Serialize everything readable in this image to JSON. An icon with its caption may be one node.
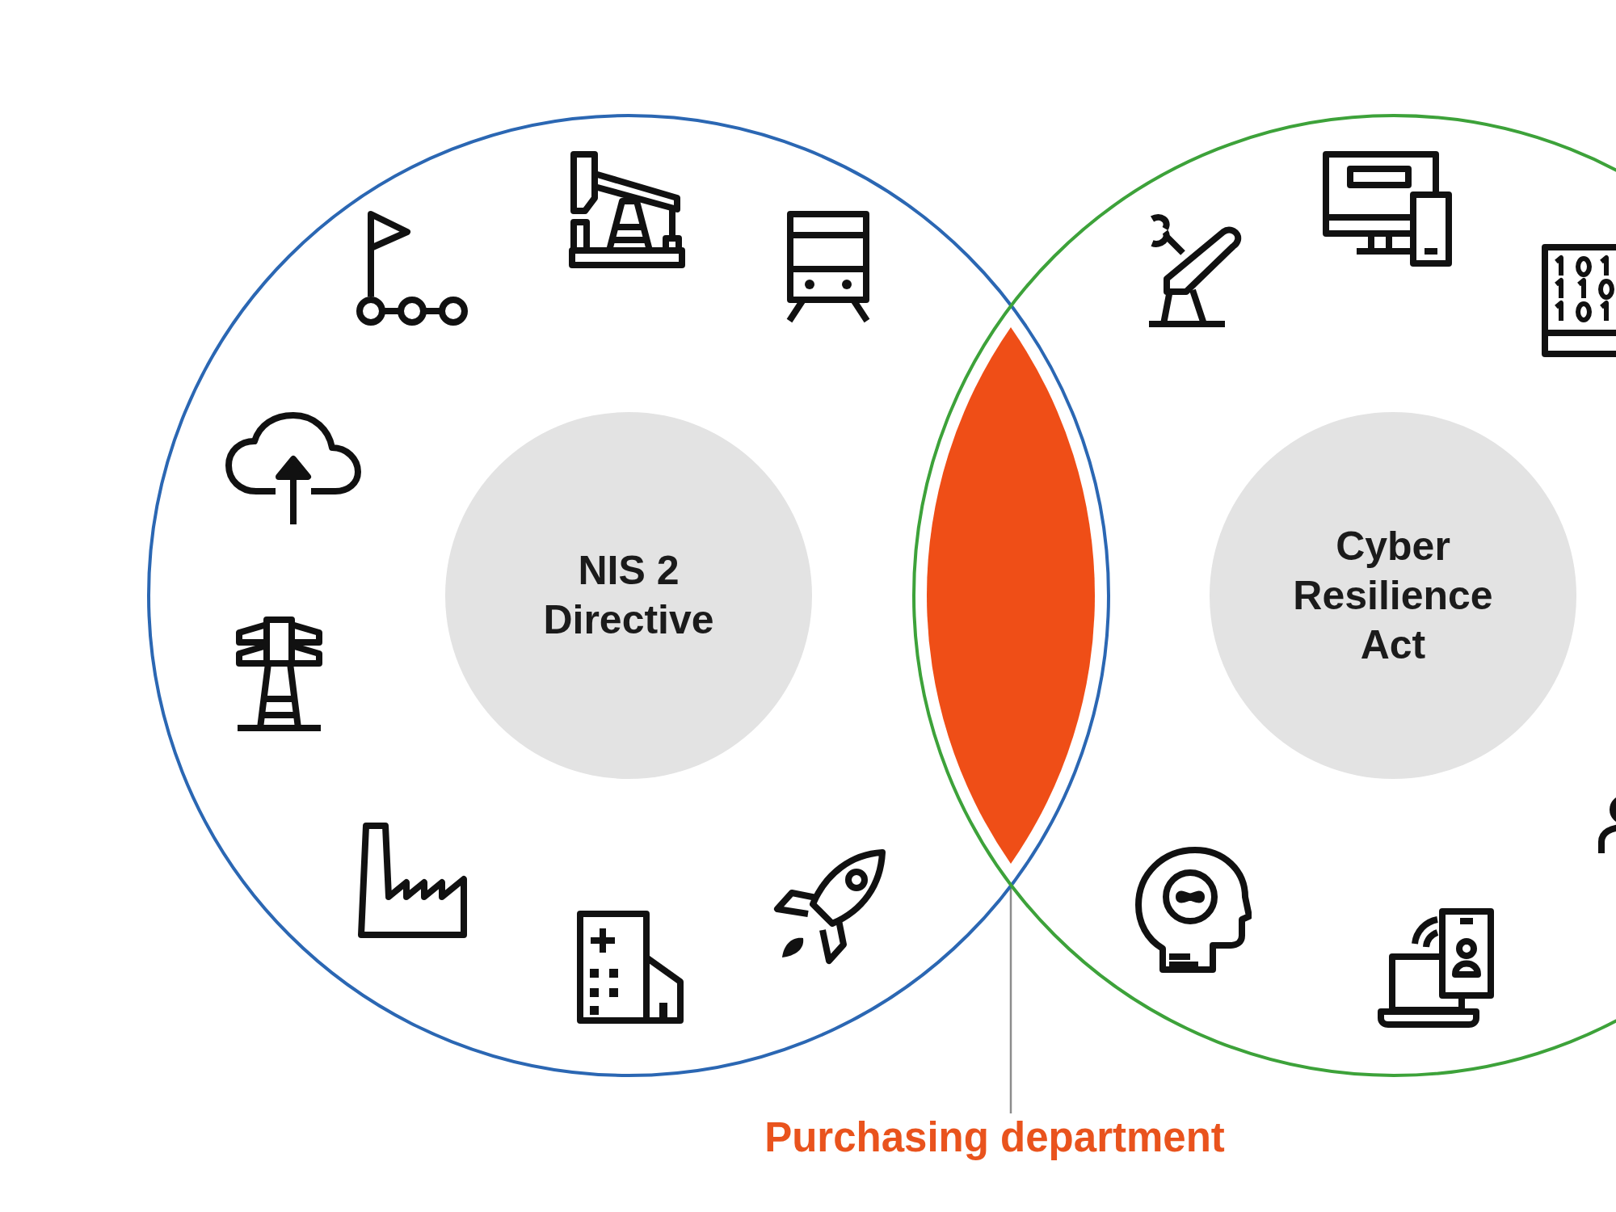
{
  "diagram": {
    "nodes": [
      {
        "text": [],
        "shape": "circle"
      },
      {
        "text": [
          "NIS 2 Directive"
        ],
        "in": 0
      },
      {
        "text": [],
        "shape": "circle"
      },
      {
        "text": [
          "Cyber Resilience Act"
        ],
        "in": 2
      },
      {
        "text": [],
        "shape": "lens"
      },
      {
        "text": [
          "Purchasing department"
        ]
      }
    ],
    "edges": [
      {
        "from": 5,
        "to": 4,
        "arrow": "none"
      }
    ]
  }
}
